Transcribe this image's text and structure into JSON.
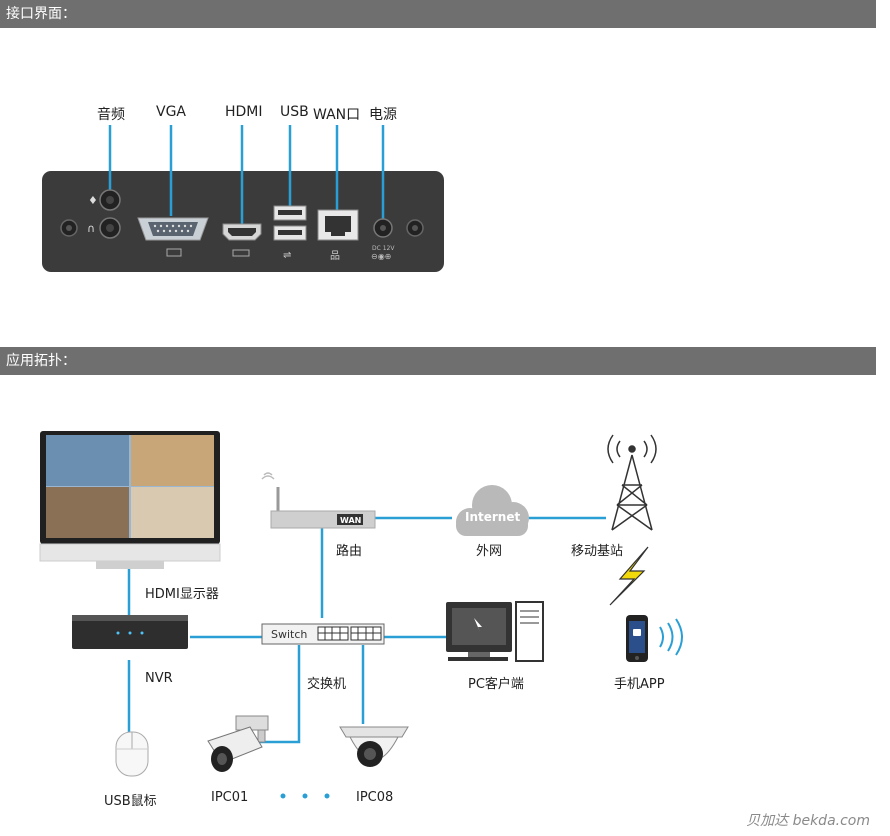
{
  "sections": {
    "ports_title": "接口界面：",
    "topology_title": "应用拓扑："
  },
  "ports": {
    "audio": "音频",
    "vga": "VGA",
    "hdmi": "HDMI",
    "usb": "USB",
    "wan": "WAN口",
    "power": "电源"
  },
  "topology": {
    "monitor_label": "HDMI显示器",
    "nvr_label": "NVR",
    "router_label": "路由",
    "router_wan_tag": "WAN",
    "internet_cloud": "Internet",
    "internet_label": "外网",
    "base_station_label": "移动基站",
    "switch_tag": "Switch",
    "switch_label": "交换机",
    "pc_label": "PC客户端",
    "phone_label": "手机APP",
    "mouse_label": "USB鼠标",
    "ipc01_label": "IPC01",
    "ipc08_label": "IPC08",
    "power_mark": "DC 12V"
  },
  "watermark": "贝加达 bekda.com",
  "colors": {
    "section_bar": "#6f6f6f",
    "connector": "#2a9fd6",
    "device_dark": "#333333",
    "bolt": "#e8d000"
  }
}
